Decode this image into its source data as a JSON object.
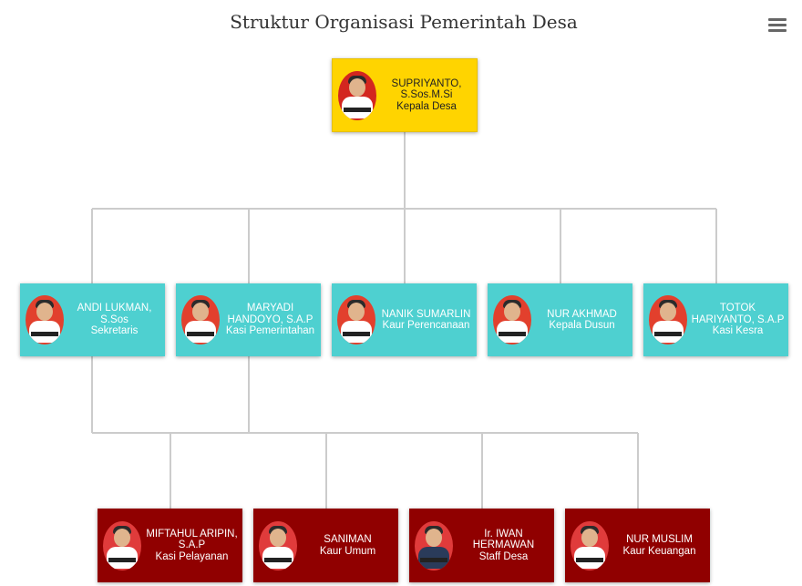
{
  "page": {
    "title": "Struktur Organisasi Pemerintah Desa"
  },
  "menu": {
    "icon": "hamburger-menu-icon"
  },
  "colors": {
    "head": "#ffd400",
    "middle": "#4ed0d0",
    "bottom": "#900000",
    "connector": "#cccccc"
  },
  "head": {
    "name": "SUPRIYANTO, S.Sos.M.Si",
    "role": "Kepala Desa"
  },
  "middle": [
    {
      "name": "ANDI LUKMAN, S.Sos",
      "role": "Sekretaris"
    },
    {
      "name": "MARYADI HANDOYO, S.A.P",
      "role": "Kasi Pemerintahan"
    },
    {
      "name": "NANIK SUMARLIN",
      "role": "Kaur Perencanaan"
    },
    {
      "name": "NUR AKHMAD",
      "role": "Kepala Dusun"
    },
    {
      "name": "TOTOK HARIYANTO, S.A.P",
      "role": "Kasi Kesra"
    }
  ],
  "bottom": [
    {
      "name": "MIFTAHUL ARIPIN, S.A.P",
      "role": "Kasi Pelayanan"
    },
    {
      "name": "SANIMAN",
      "role": "Kaur Umum"
    },
    {
      "name": "Ir. IWAN HERMAWAN",
      "role": "Staff Desa"
    },
    {
      "name": "NUR MUSLIM",
      "role": "Kaur Keuangan"
    }
  ]
}
